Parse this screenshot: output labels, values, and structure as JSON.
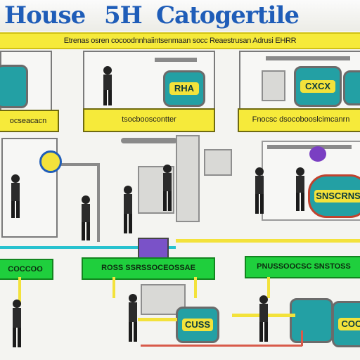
{
  "header": {
    "title_left": "House",
    "title_mid": "5H",
    "title_right": "Catogertile",
    "subtitle": "Etrenas  osren  cocoodnnhaiintsenmaan  socc  Reaestrusan  Adrusi  EHRR"
  },
  "top_row": {
    "left_label": "ocseacacn",
    "mid_label": "tsocbooscontter",
    "right_label": "Fnocsc dsocobooslcimcanrn",
    "mid_tank_label": "RHA",
    "right_tank_label": "CXCX"
  },
  "mid_row": {
    "right_tank_label": "SNSCRNS"
  },
  "bottom_row": {
    "left_label": "COCCOO",
    "mid_label": "ROSS SSRSSOCEOSSAE",
    "right_label": "PNUSSOOCSC SNSTOSS",
    "mid_tank_label": "CUSS",
    "right_tank_label": "COC"
  },
  "colors": {
    "title_blue": "#1f5db8",
    "yellow": "#f6ea3a",
    "green": "#1fcf3d",
    "teal": "#23a0a4",
    "gray": "#7a7a7a"
  }
}
